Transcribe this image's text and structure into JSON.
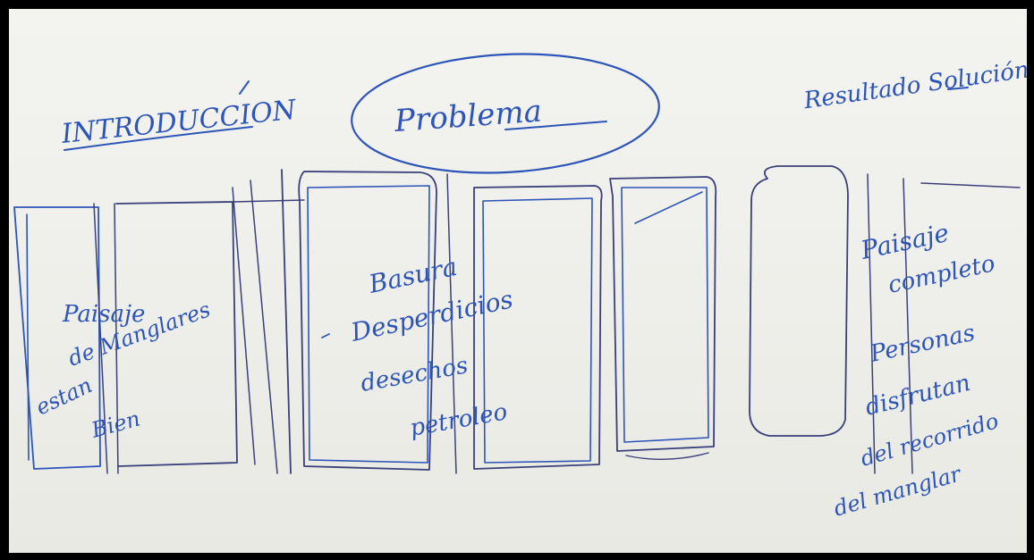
{
  "sketch": {
    "headings": {
      "introduction": "INTRODUCCION",
      "problem": "Problema",
      "result_solution": "Resultado Solución"
    },
    "notes": {
      "introduction": [
        "Paisaje",
        "de Manglares",
        "estan",
        "Bien"
      ],
      "problem": [
        "Basura",
        "Desperdicios",
        "desechos",
        "petroleo"
      ],
      "result_solution": [
        "Paisaje",
        "completo",
        "Personas",
        "disfrutan",
        "del recorrido",
        "del manglar"
      ]
    },
    "ink_colors": {
      "blue_pen": "#2d55b8",
      "dark_pen": "#3b3f7a"
    }
  }
}
